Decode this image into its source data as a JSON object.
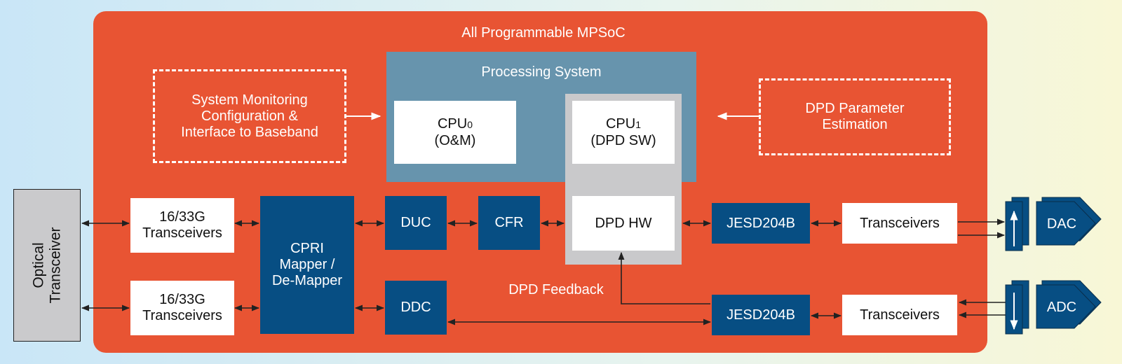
{
  "mpsoc": {
    "title": "All Programmable MPSoC"
  },
  "processing_system": {
    "title": "Processing System"
  },
  "blocks": {
    "system_monitoring": "System Monitoring\nConfiguration &\nInterface to Baseband",
    "cpu0_main": "CPU",
    "cpu0_sub": "0",
    "cpu0_role": "(O&M)",
    "cpu1_main": "CPU",
    "cpu1_sub": "1",
    "cpu1_role": "(DPD SW)",
    "dpd_param": "DPD Parameter\nEstimation",
    "trx_16_33_top": "16/33G\nTransceivers",
    "trx_16_33_bottom": "16/33G\nTransceivers",
    "cpri": "CPRI\nMapper /\nDe-Mapper",
    "duc": "DUC",
    "cfr": "CFR",
    "dpd_hw": "DPD HW",
    "jesd_top": "JESD204B",
    "jesd_bottom": "JESD204B",
    "trx_top": "Transceivers",
    "trx_bottom": "Transceivers",
    "ddc": "DDC",
    "dpd_feedback": "DPD Feedback",
    "dac": "DAC",
    "adc": "ADC",
    "optical": "Optical\nTransceiver"
  },
  "colors": {
    "background_left": "#c9e6f7",
    "background_right": "#f8f7d6",
    "mpsoc": "#e85433",
    "processing_system": "#6794ad",
    "cpu1_region": "#c9c9cb",
    "navy_block": "#074e83",
    "white_block": "#ffffff",
    "wire": "#222222"
  }
}
